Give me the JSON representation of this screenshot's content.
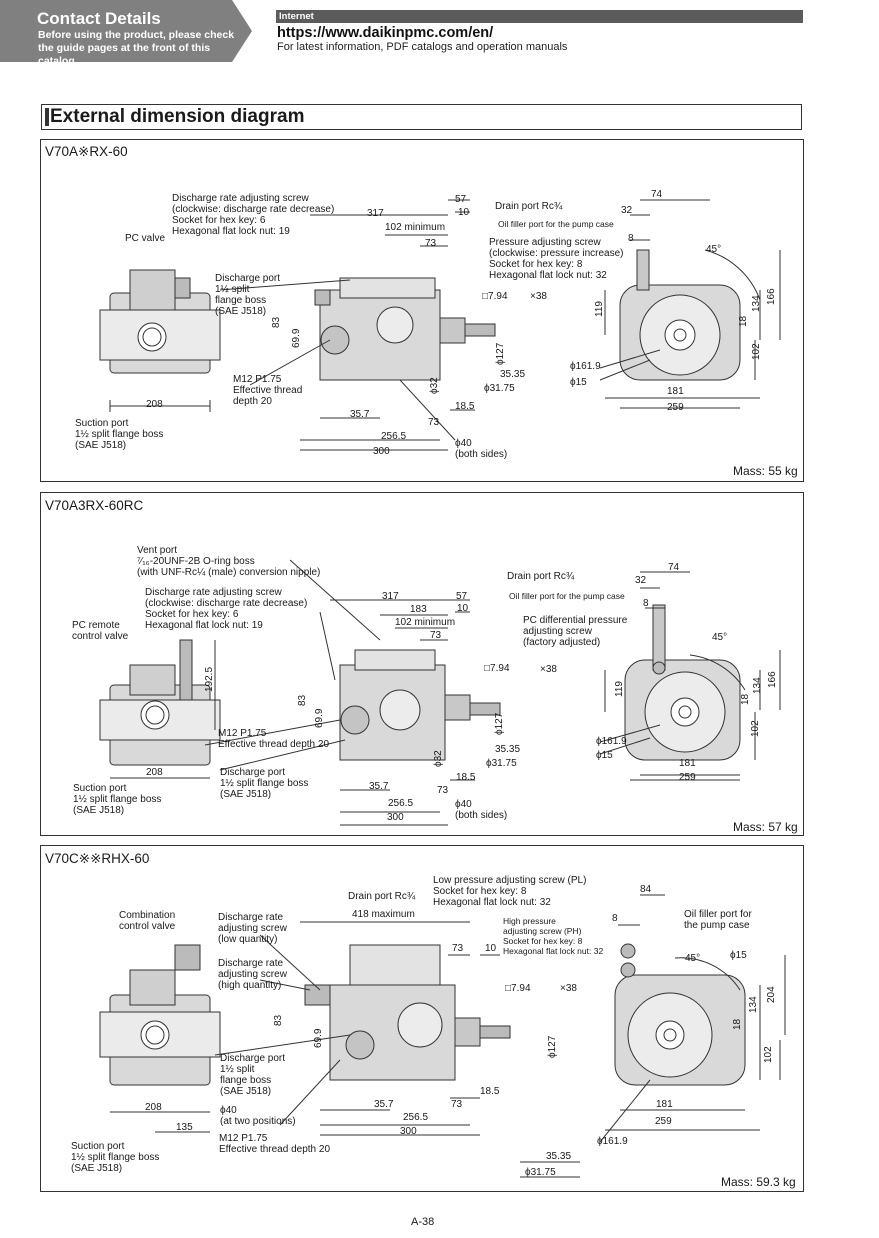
{
  "header": {
    "contact_title": "Contact Details",
    "contact_note": "Before using the product, please check the guide pages at the front of this catalog.",
    "internet_label": "Internet",
    "internet_url": "https://www.daikinpmc.com/en/",
    "internet_note": "For latest information, PDF catalogs and operation manuals"
  },
  "section_title": "External dimension diagram",
  "panels": [
    {
      "model": "V70A※RX-60",
      "mass": "Mass: 55 kg",
      "labels": {
        "pc_valve": "PC valve",
        "discharge_adj": "Discharge rate adjusting screw\n(clockwise: discharge rate decrease)\nSocket for hex key: 6\nHexagonal flat lock nut: 19",
        "discharge_port": "Discharge port\n1½ split\nflange boss\n(SAE J518)",
        "m12": "M12 P1.75\nEffective thread\ndepth 20",
        "suction_port": "Suction port\n1½ split flange boss\n(SAE J518)",
        "drain_port": "Drain port Rc¾",
        "oil_filler": "Oil filler port for the pump case",
        "pressure_adj": "Pressure adjusting screw\n(clockwise: pressure increase)\nSocket for hex key: 8\nHexagonal flat lock nut: 32",
        "both_sides": "ϕ40\n(both sides)"
      },
      "dims": {
        "d208": "208",
        "d317": "317",
        "d57": "57",
        "d10": "10",
        "d102min": "102 minimum",
        "d73a": "73",
        "d83": "83",
        "d69_9": "69.9",
        "d35_7": "35.7",
        "d256_5": "256.5",
        "d300": "300",
        "d73b": "73",
        "d18_5": "18.5",
        "d32": "ϕ32",
        "d35_35": "35.35",
        "d31_75": "ϕ31.75",
        "key": "□7.94",
        "key_len": "×38",
        "d127": "ϕ127",
        "d74": "74",
        "d32b": "32",
        "d8": "8",
        "angle": "45°",
        "d166": "166",
        "d134": "134",
        "d119": "119",
        "d18": "18",
        "d102": "102",
        "d161_9": "ϕ161.9",
        "d15": "ϕ15",
        "d181": "181",
        "d259": "259"
      }
    },
    {
      "model": "V70A3RX-60RC",
      "mass": "Mass: 57 kg",
      "labels": {
        "vent_port": "Vent port\n⁷⁄₁₆-20UNF-2B O-ring boss\n(with UNF-Rc¼ (male) conversion nipple)",
        "discharge_adj": "Discharge rate adjusting screw\n(clockwise: discharge rate decrease)\nSocket for hex key: 6\nHexagonal flat lock nut: 19",
        "pc_remote": "PC remote\ncontrol valve",
        "m12": "M12 P1.75\nEffective thread depth 20",
        "discharge_port": "Discharge port\n1½ split flange boss\n(SAE J518)",
        "suction_port": "Suction port\n1½ split flange boss\n(SAE J518)",
        "drain_port": "Drain port Rc¾",
        "oil_filler": "Oil filler port for the pump case",
        "pc_diff": "PC differential pressure\nadjusting screw\n(factory adjusted)",
        "both_sides": "ϕ40\n(both sides)"
      },
      "dims": {
        "d192_5": "192.5",
        "d208": "208",
        "d317": "317",
        "d183": "183",
        "d57": "57",
        "d10": "10",
        "d102min": "102 minimum",
        "d73a": "73",
        "d83": "83",
        "d69_9": "69.9",
        "d35_7": "35.7",
        "d256_5": "256.5",
        "d300": "300",
        "d73b": "73",
        "d18_5": "18.5",
        "d32": "ϕ32",
        "d35_35": "35.35",
        "d31_75": "ϕ31.75",
        "key": "□7.94",
        "key_len": "×38",
        "d127": "ϕ127",
        "d74": "74",
        "d32b": "32",
        "d8": "8",
        "angle": "45°",
        "d166": "166",
        "d134": "134",
        "d119": "119",
        "d18": "18",
        "d102": "102",
        "d161_9": "ϕ161.9",
        "d15": "ϕ15",
        "d181": "181",
        "d259": "259"
      }
    },
    {
      "model": "V70C※※RHX-60",
      "mass": "Mass: 59.3 kg",
      "labels": {
        "combination": "Combination\ncontrol valve",
        "discharge_adj_low": "Discharge rate\nadjusting screw\n(low quantity)",
        "discharge_adj_high": "Discharge rate\nadjusting screw\n(high quantity)",
        "discharge_port": "Discharge port\n1½ split\nflange boss\n(SAE J518)",
        "two_positions": "ϕ40\n(at two positions)",
        "m12": "M12 P1.75\nEffective thread depth 20",
        "suction_port": "Suction port\n1½ split flange boss\n(SAE J518)",
        "drain_port": "Drain port Rc¾",
        "low_pressure": "Low pressure adjusting screw (PL)\nSocket for hex key: 8\nHexagonal flat lock nut: 32",
        "high_pressure": "High pressure\nadjusting screw (PH)\nSocket for hex key: 8\nHexagonal flat lock nut: 32",
        "oil_filler": "Oil filler port for\nthe pump case"
      },
      "dims": {
        "d208": "208",
        "d135": "135",
        "d418": "418 maximum",
        "d73a": "73",
        "d10": "10",
        "d83": "83",
        "d69_9": "69.9",
        "d35_7": "35.7",
        "d256_5": "256.5",
        "d300": "300",
        "d73b": "73",
        "d18_5": "18.5",
        "key": "□7.94",
        "key_len": "×38",
        "d127": "ϕ127",
        "d35_35": "35.35",
        "d31_75": "ϕ31.75",
        "d84": "84",
        "d8": "8",
        "angle": "45°",
        "d15": "ϕ15",
        "d204": "204",
        "d134": "134",
        "d18": "18",
        "d102": "102",
        "d181": "181",
        "d259": "259",
        "d161_9": "ϕ161.9"
      }
    }
  ],
  "page_number": "A-38"
}
